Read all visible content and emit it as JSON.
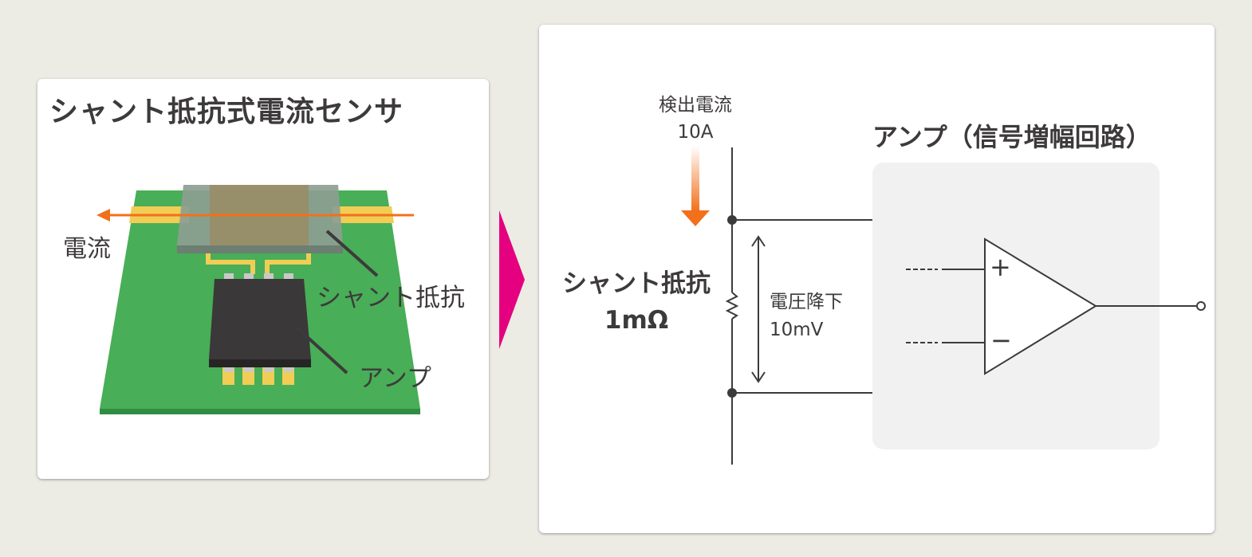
{
  "left_panel": {
    "title": "シャント抵抗式電流センサ",
    "labels": {
      "current": "電流",
      "shunt": "シャント抵抗",
      "amp": "アンプ"
    }
  },
  "right_panel": {
    "detected_current": {
      "line1": "検出電流",
      "line2": "10A"
    },
    "shunt": {
      "line1": "シャント抵抗",
      "line2": "1mΩ"
    },
    "voltage_drop": {
      "line1": "電圧降下",
      "line2": "10mV"
    },
    "amp_title": "アンプ（信号増幅回路）",
    "plus": "+",
    "minus": "−"
  },
  "colors": {
    "background": "#ecebe4",
    "pcb": "#48ae57",
    "pcb_edge": "#2f8d41",
    "trace": "#f1cd55",
    "chip": "#3a3839",
    "current_arrow": "#f2701b",
    "pointer": "#e4007f",
    "amp_box": "#f1f1f1",
    "text": "#3d3a3b"
  }
}
